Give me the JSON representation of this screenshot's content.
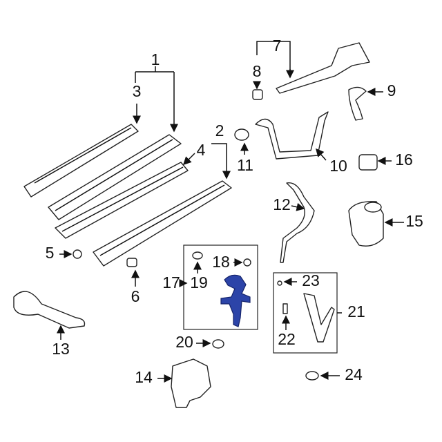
{
  "diagram": {
    "highlight_color": "#2c44a8",
    "callouts": {
      "c1": "1",
      "c2": "2",
      "c3": "3",
      "c4": "4",
      "c5": "5",
      "c6": "6",
      "c7": "7",
      "c8": "8",
      "c9": "9",
      "c10": "10",
      "c11": "11",
      "c12": "12",
      "c13": "13",
      "c14": "14",
      "c15": "15",
      "c16": "16",
      "c17": "17",
      "c18": "18",
      "c19": "19",
      "c20": "20",
      "c21": "21",
      "c22": "22",
      "c23": "23",
      "c24": "24"
    }
  }
}
